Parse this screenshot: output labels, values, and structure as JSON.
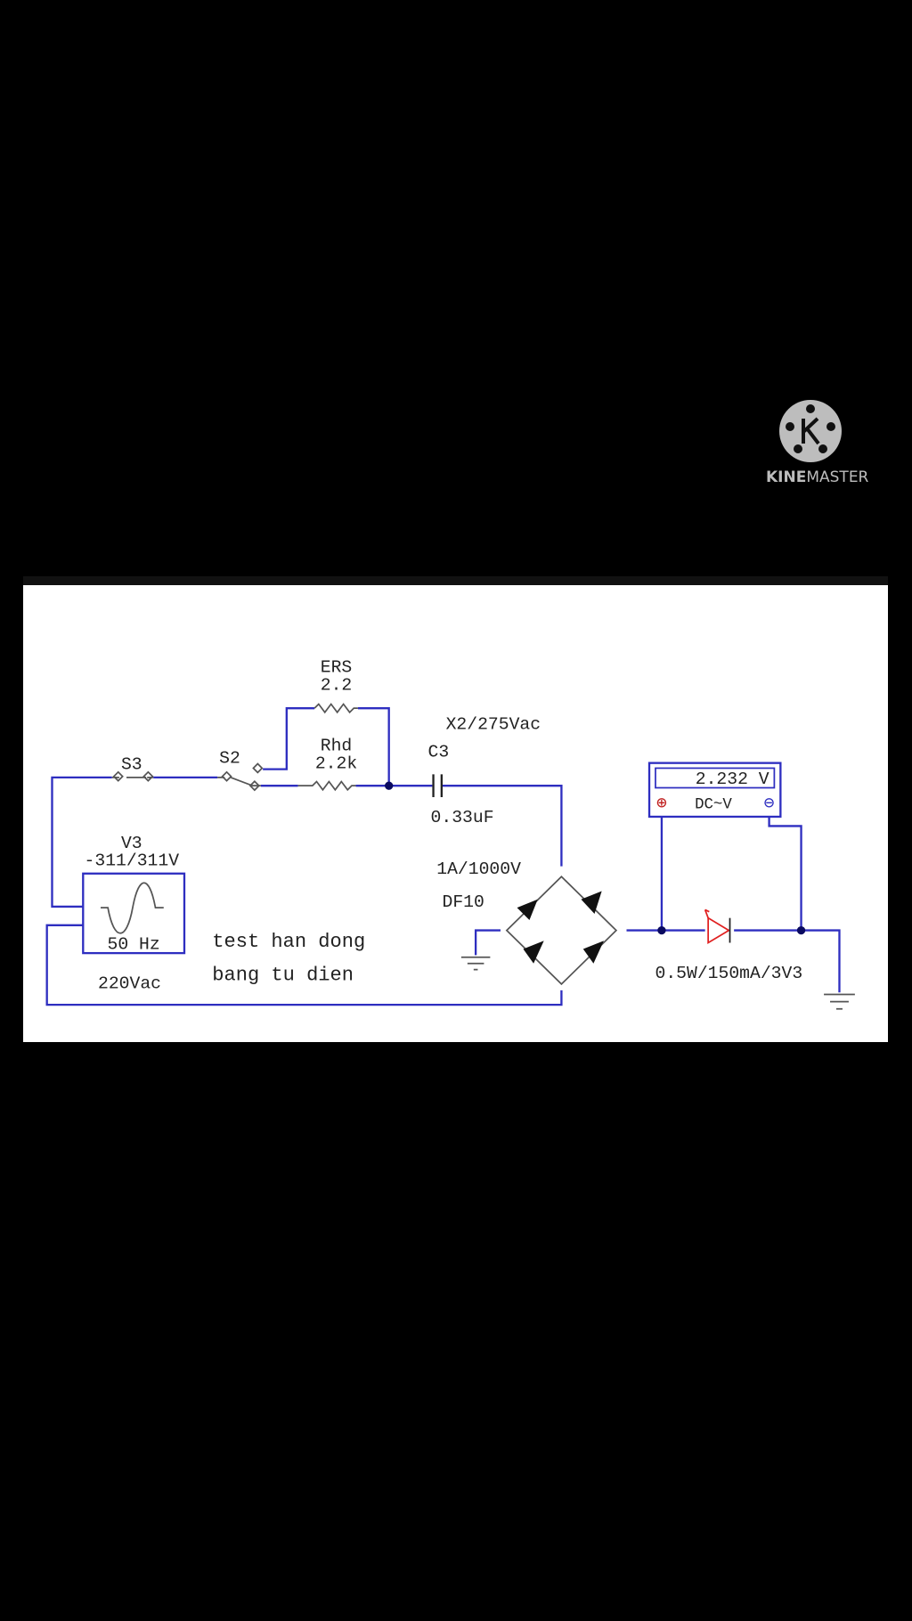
{
  "watermark": {
    "brand_bold": "KINE",
    "brand_light": "MASTER",
    "icon": "kinemaster-logo-icon"
  },
  "schematic": {
    "switch_s3": "S3",
    "switch_s2": "S2",
    "resistor_ers": {
      "name": "ERS",
      "value": "2.2"
    },
    "resistor_rhd": {
      "name": "Rhd",
      "value": "2.2k"
    },
    "capacitor": {
      "rating": "X2/275Vac",
      "name": "C3",
      "value": "0.33uF"
    },
    "source": {
      "name": "V3",
      "range": "-311/311V",
      "freq": "50 Hz",
      "label": "220Vac"
    },
    "bridge": {
      "rating": "1A/1000V",
      "part": "DF10"
    },
    "zener": {
      "label": "0.5W/150mA/3V3"
    },
    "meter": {
      "reading": "2.232 V",
      "mode": "DC~V",
      "plus": "⊕",
      "minus": "⊖"
    },
    "note": {
      "line1": "test han dong",
      "line2": "bang tu dien"
    },
    "colors": {
      "wire": "#2e2ec0",
      "zener": "#e02020"
    }
  }
}
